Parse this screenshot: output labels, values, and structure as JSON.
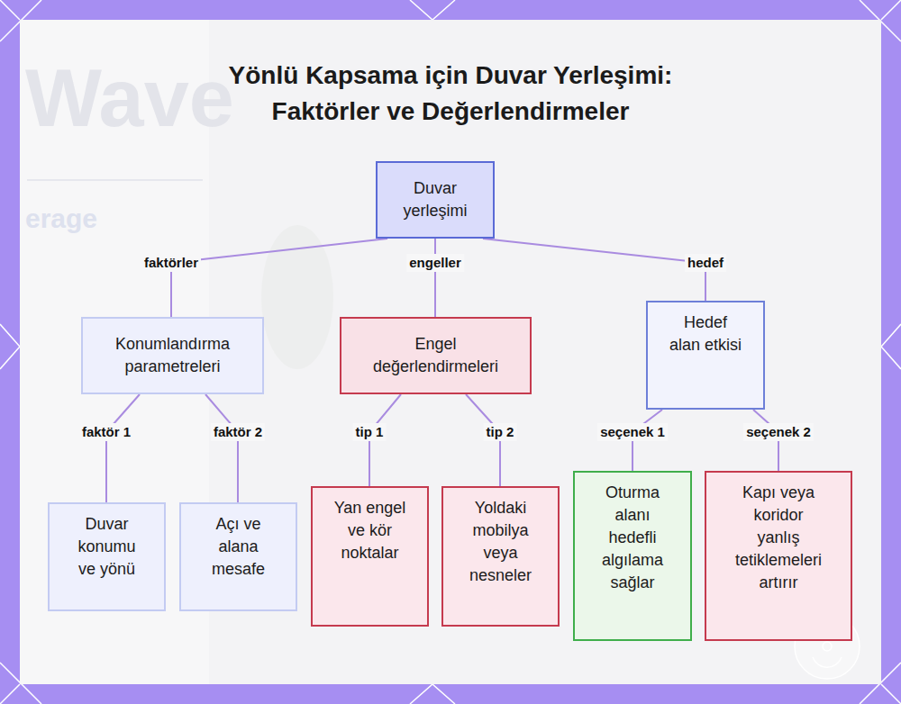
{
  "diagram": {
    "title": "Yönlü Kapsama için Duvar Yerleşimi: Faktörler ve Değerlendirmeler",
    "nodes": [
      {
        "text": [
          "Duvar yerleşimi"
        ]
      },
      {
        "text": [
          "Konumlandırma parametreleri"
        ]
      },
      {
        "text": [
          "Engel değerlendirmeleri"
        ]
      },
      {
        "text": [
          "Hedef alan etkisi"
        ]
      },
      {
        "text": [
          "Duvar konumu ve yönü"
        ]
      },
      {
        "text": [
          "Açı ve alana mesafe"
        ]
      },
      {
        "text": [
          "Yan engel ve kör noktalar"
        ]
      },
      {
        "text": [
          "Yoldaki mobilya veya nesneler"
        ]
      },
      {
        "text": [
          "Oturma alanı hedefli algılama sağlar"
        ]
      },
      {
        "text": [
          "Kapı veya koridor yanlış tetiklemeleri artırır"
        ]
      }
    ],
    "edges": [
      {
        "from": 0,
        "to": 1,
        "label": "faktörler",
        "arrow": "none"
      },
      {
        "from": 0,
        "to": 2,
        "label": "engeller",
        "arrow": "none"
      },
      {
        "from": 0,
        "to": 3,
        "label": "hedef",
        "arrow": "none"
      },
      {
        "from": 1,
        "to": 4,
        "label": "faktör 1",
        "arrow": "none"
      },
      {
        "from": 1,
        "to": 5,
        "label": "faktör 2",
        "arrow": "none"
      },
      {
        "from": 2,
        "to": 6,
        "label": "tip 1",
        "arrow": "none"
      },
      {
        "from": 2,
        "to": 7,
        "label": "tip 2",
        "arrow": "none"
      },
      {
        "from": 3,
        "to": 8,
        "label": "seçenek 1",
        "arrow": "none"
      },
      {
        "from": 3,
        "to": 9,
        "label": "seçenek 2",
        "arrow": "none"
      }
    ],
    "labels": [
      "Wave",
      "erage"
    ]
  }
}
